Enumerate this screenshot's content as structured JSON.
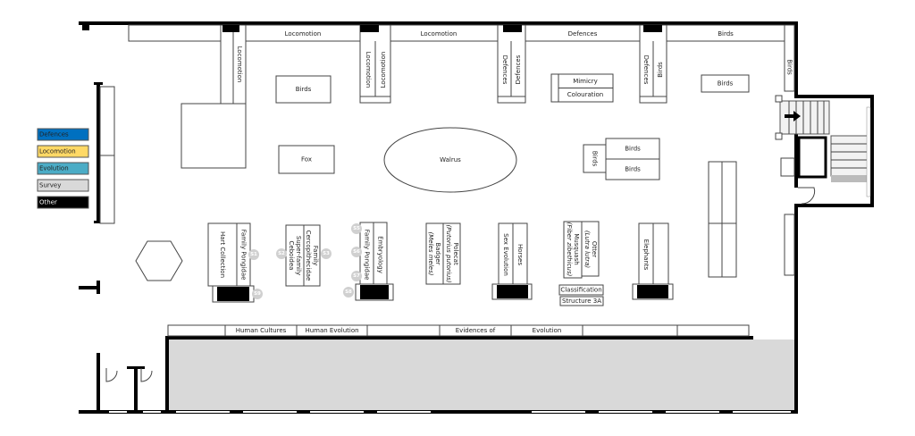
{
  "legend": [
    {
      "label": "Defences",
      "color": "#0070c0"
    },
    {
      "label": "Locomotion",
      "color": "#ffd966"
    },
    {
      "label": "Evolution",
      "color": "#4bacc6"
    },
    {
      "label": "Survey",
      "color": "#d9d9d9"
    },
    {
      "label": "Other",
      "color": "#000000"
    }
  ],
  "top_strip": {
    "locomotion_1": "Locomotion",
    "locomotion_2": "Locomotion",
    "defences": "Defences",
    "birds": "Birds"
  },
  "vertical_cases": {
    "locomotion_a": "Locomotion",
    "locomotion_b": "Locomotion",
    "locomotion_c": "Locomotion",
    "defences_a": "Defences",
    "defences_b": "Defences",
    "defences_c": "Defences",
    "birds_a": "Birds",
    "birds_corner": "Birds"
  },
  "floor_cases": {
    "birds_1": "Birds",
    "mimicry": "Mimicry",
    "colouration": "Colouration",
    "birds_2": "Birds",
    "fox": "Fox",
    "walrus": "Walrus",
    "birds_cluster_side": "Birds",
    "birds_cluster_top": "Birds",
    "birds_cluster_bottom": "Birds"
  },
  "bottom_row": {
    "hart_collection": "Hart Collection",
    "family_pongidae_1": "Family Pongidae",
    "cercopithecidae_1": "Family",
    "cercopithecidae_2": "Cercopithecidae",
    "ceboidea_1": "Super-family",
    "ceboidea_2": "Ceboidea",
    "family_pongidae_2": "Family Pongidae",
    "embryology": "Embryology",
    "polecat_1": "Polecat",
    "polecat_2": "(Putorius putorius)",
    "badger_1": "Badger",
    "badger_2": "(Meles meles)",
    "sex_evolution": "Sex Evolution",
    "horses": "Horses",
    "otter_1": "Otter",
    "otter_2": "(Lutra lutra)",
    "musquash_1": "Musquash",
    "musquash_2": "(Fiber zibethicus)",
    "elephants": "Elephants",
    "classification": "Classification",
    "structure": "Structure 3A"
  },
  "markers": {
    "s1": "S1",
    "s2": "S2",
    "s3": "S3",
    "s5": "S5",
    "s6": "S6",
    "s7": "S7",
    "s8": "S8",
    "s9": "S9"
  },
  "south_strip": {
    "human_cultures": "Human Cultures",
    "human_evolution": "Human Evolution",
    "evidences_of": "Evidences of",
    "evolution": "Evolution"
  }
}
